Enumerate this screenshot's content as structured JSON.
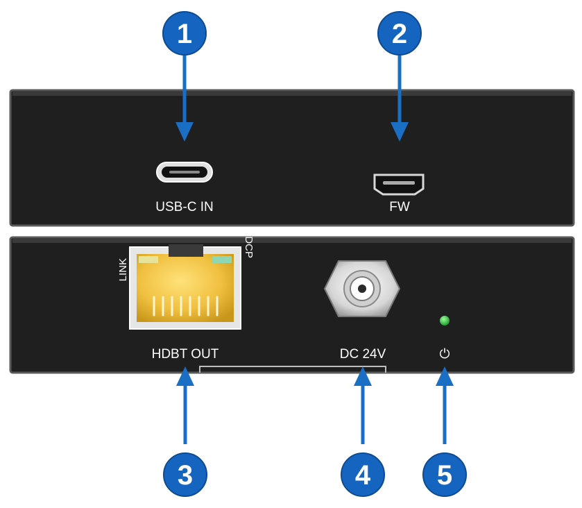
{
  "callouts": [
    "1",
    "2",
    "3",
    "4",
    "5"
  ],
  "top_panel": {
    "usbc_label": "USB-C IN",
    "fw_label": "FW"
  },
  "bottom_panel": {
    "link_label": "LINK",
    "hdcp_label": "HDCP",
    "hdbt_label": "HDBT OUT",
    "dc_label": "DC 24V",
    "power_symbol": "⏻"
  },
  "colors": {
    "callout_blue": "#1565c0",
    "arrow_blue": "#1a6fc4",
    "panel": "#1f1f1f",
    "panel_edge": "#5a5a5a",
    "label": "#ffffff",
    "rj45_gold": "#f2c94c",
    "led_green": "#2ecc40"
  }
}
